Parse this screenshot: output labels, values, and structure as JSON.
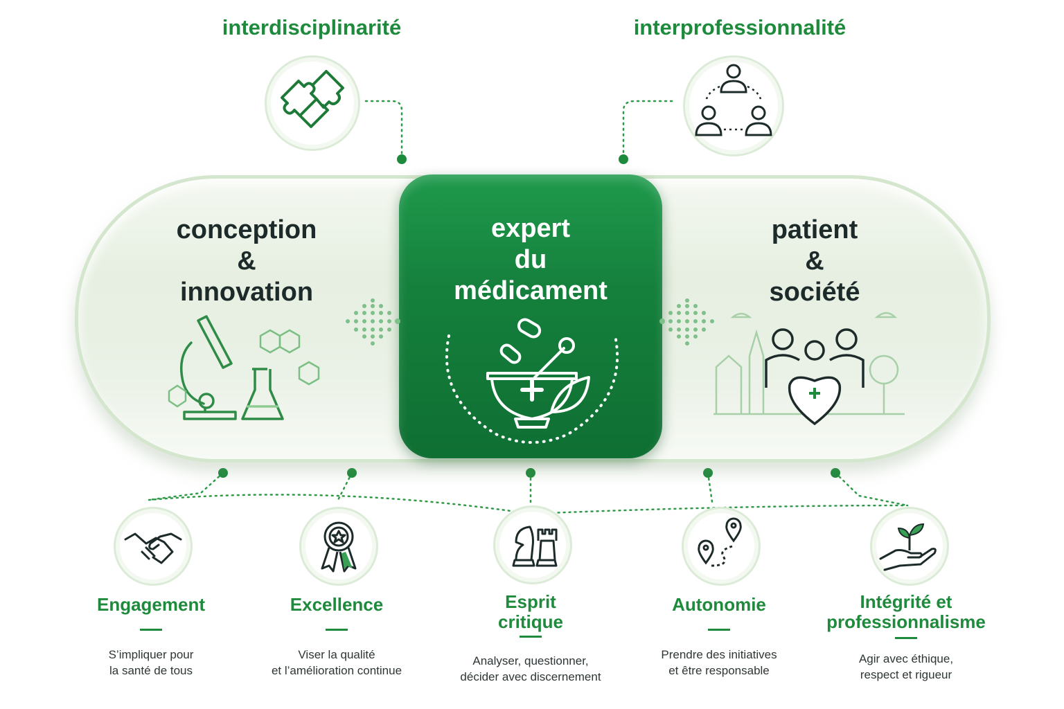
{
  "top": {
    "left_label": "interdisciplinarité",
    "right_label": "interprofessionnalité"
  },
  "pill": {
    "left": [
      "conception",
      "&",
      "innovation"
    ],
    "center": [
      "expert",
      "du",
      "médicament"
    ],
    "right": [
      "patient",
      "&",
      "société"
    ]
  },
  "values": [
    {
      "title": [
        "Engagement"
      ],
      "desc": [
        "S’impliquer pour",
        "la santé de tous"
      ],
      "icon": "handshake-icon"
    },
    {
      "title": [
        "Excellence"
      ],
      "desc": [
        "Viser la qualité",
        "et l’amélioration continue"
      ],
      "icon": "award-ribbon-icon"
    },
    {
      "title": [
        "Esprit",
        "critique"
      ],
      "desc": [
        "Analyser, questionner,",
        "décider avec discernement"
      ],
      "icon": "chess-pieces-icon"
    },
    {
      "title": [
        "Autonomie"
      ],
      "desc": [
        "Prendre des initiatives",
        "et être responsable"
      ],
      "icon": "route-pins-icon"
    },
    {
      "title": [
        "Intégrité et",
        "professionnalisme"
      ],
      "desc": [
        "Agir avec éthique,",
        "respect et rigueur"
      ],
      "icon": "hand-plant-icon"
    }
  ],
  "colors": {
    "accent": "#1e8a3c",
    "band": "#15803c",
    "text_dark": "#1d2a2a"
  }
}
